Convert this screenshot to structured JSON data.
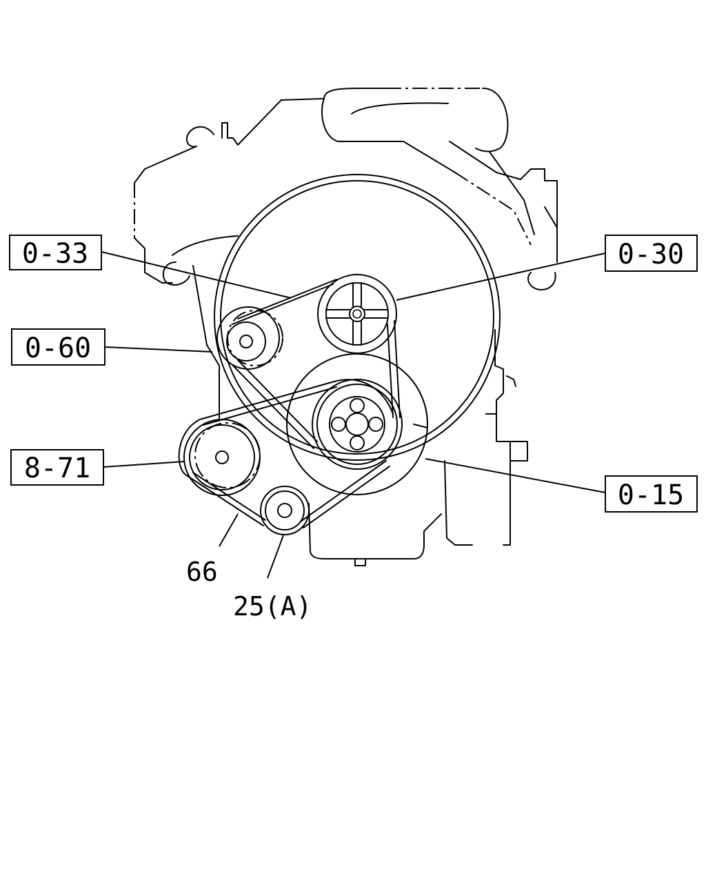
{
  "callouts": {
    "c033": "0-33",
    "c030": "0-30",
    "c060": "0-60",
    "c871": "8-71",
    "c015": "0-15"
  },
  "labels": {
    "l66": "66",
    "l25a": "25(A)"
  }
}
